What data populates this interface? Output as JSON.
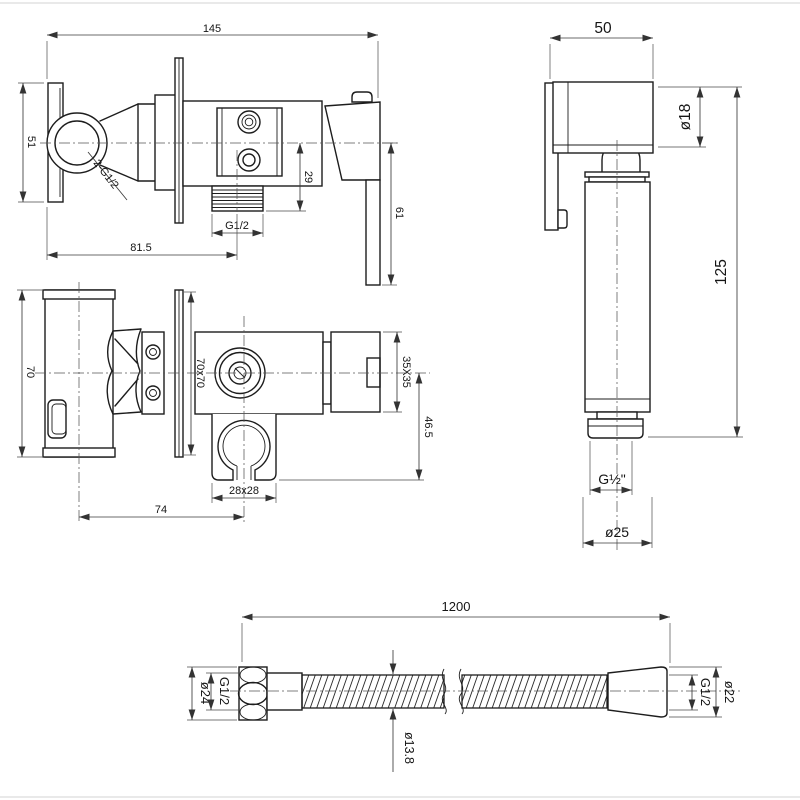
{
  "drawing": {
    "title": "bidet-sprayer-set-technical-drawing",
    "colors": {
      "line": "#1d1d1d",
      "dim": "#3a3a3a",
      "background": "#ffffff"
    },
    "mixer_side": {
      "width": "145",
      "plate_height": "51",
      "inlet_thread": "2-G1/2",
      "outlet_offset": "29",
      "outlet_thread": "G1/2",
      "wall_to_outlet": "81.5",
      "handle_drop": "61"
    },
    "mixer_front": {
      "pipe_length": "70",
      "plate_size": "70x70",
      "handle_size": "35X35",
      "hook_drop": "46.5",
      "hook_width": "28x28",
      "pipe_to_hook": "74"
    },
    "sprayer": {
      "head_width": "50",
      "head_diameter": "ø18",
      "body_length": "125",
      "inlet_thread": "G½\"",
      "body_diameter": "ø25"
    },
    "hose": {
      "length": "1200",
      "left_thread": "G1/2",
      "left_nut_diameter": "ø24",
      "tube_diameter": "ø13.8",
      "right_thread": "G1/2",
      "right_end_diameter": "ø22"
    }
  }
}
